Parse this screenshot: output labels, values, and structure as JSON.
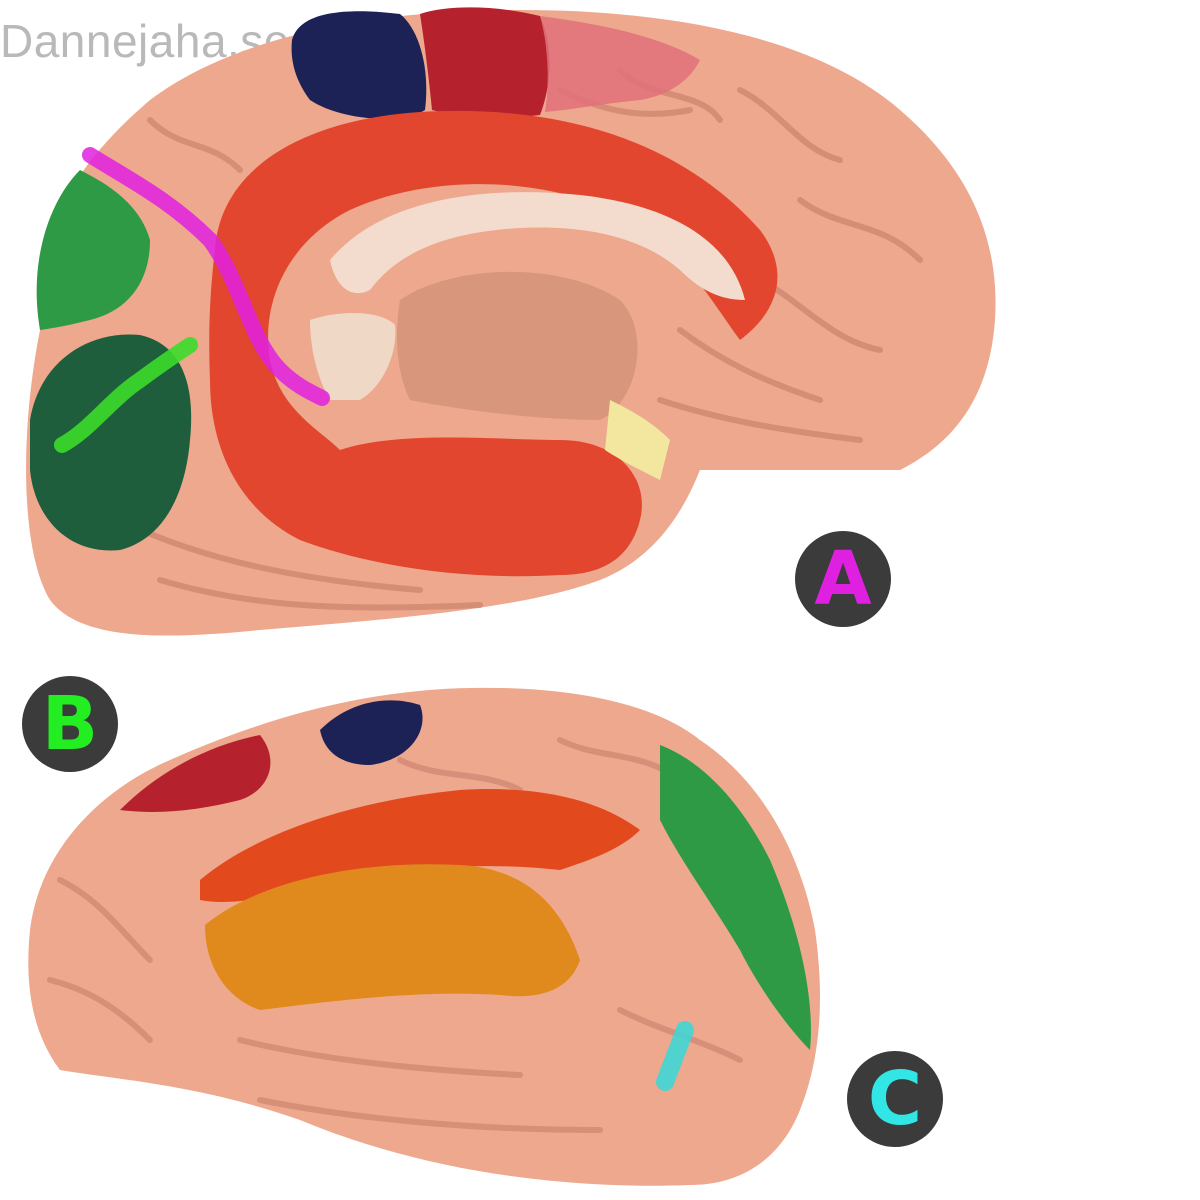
{
  "watermark": "Dannejaha.se",
  "labels": {
    "a": {
      "text": "A",
      "color": "#e020e0"
    },
    "b": {
      "text": "B",
      "color": "#22ee22"
    },
    "c": {
      "text": "C",
      "color": "#33e6e6"
    }
  },
  "colors": {
    "skin": "#eda88e",
    "red_region": "#e2462e",
    "dark_green": "#1e5e3c",
    "green": "#2f9a46",
    "navy": "#1c2256",
    "crimson": "#b5222e",
    "orange": "#e08a1e",
    "magenta_marker": "#e020e0",
    "green_marker": "#3bdb2a",
    "cyan_marker": "#3fd6d6"
  }
}
